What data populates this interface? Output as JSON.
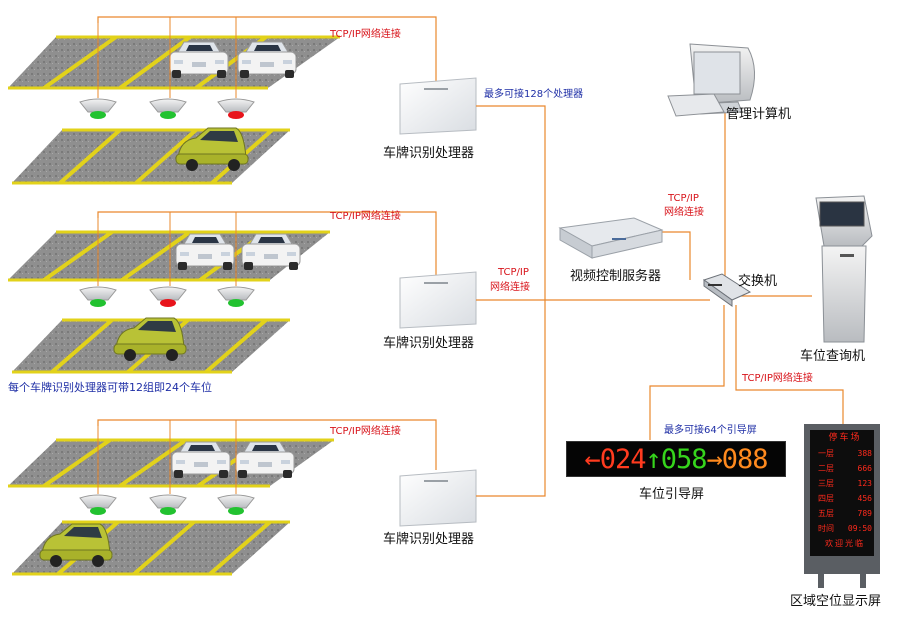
{
  "labels": {
    "tcp_top": "TCP/IP网络连接",
    "tcp_mid": "TCP/IP网络连接",
    "tcp_bot": "TCP/IP网络连接",
    "max128": "最多可接128个处理器",
    "proc1": "车牌识别处理器",
    "proc2": "车牌识别处理器",
    "proc3": "车牌识别处理器",
    "tcp_center_1": "TCP/IP",
    "tcp_center_2": "网络连接",
    "tcp_video_1": "TCP/IP",
    "tcp_video_2": "网络连接",
    "video_server": "视频控制服务器",
    "switch": "交换机",
    "mgmt_pc": "管理计算机",
    "query_kiosk": "车位查询机",
    "each_proc_note": "每个车牌识别处理器可带12组即24个车位",
    "tcp_right": "TCP/IP网络连接",
    "max64": "最多可接64个引导屏",
    "guide_screen": "车位引导屏",
    "area_screen": "区域空位显示屏"
  },
  "led_sign": {
    "left_arrow": "←",
    "left_value": "024",
    "up_arrow": "↑",
    "mid_value": "058",
    "right_arrow": "→",
    "right_value": "088"
  },
  "area_display": {
    "header": "停车场",
    "rows": [
      {
        "k": "一层",
        "v": "388"
      },
      {
        "k": "二层",
        "v": "666"
      },
      {
        "k": "三层",
        "v": "123"
      },
      {
        "k": "四层",
        "v": "456"
      },
      {
        "k": "五层",
        "v": "789"
      },
      {
        "k": "时间",
        "v": "09:50"
      }
    ],
    "footer": "欢迎光临"
  },
  "colors": {
    "network_line": "#e9882d",
    "label_red": "#d8141b",
    "label_blue": "#1f2fa6",
    "led_red": "#ff3b1f",
    "led_green": "#36d51c",
    "led_orange": "#ff8a1e",
    "sensor_green": "#22c230",
    "sensor_red": "#e8141b"
  }
}
